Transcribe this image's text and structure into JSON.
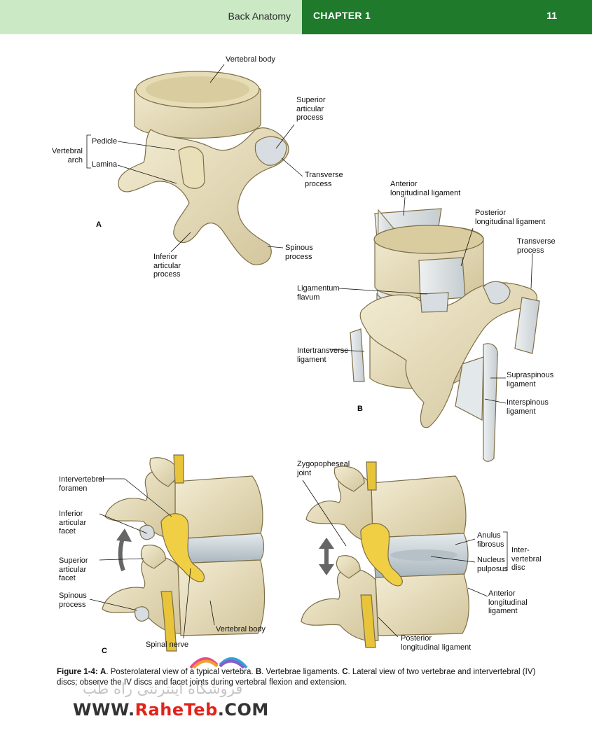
{
  "header": {
    "section": "Back Anatomy",
    "chapter": "CHAPTER 1",
    "page_number": "11"
  },
  "panel_a": {
    "letter": "A",
    "labels": {
      "vertebral_body": "Vertebral body",
      "superior_articular_process": "Superior\narticular\nprocess",
      "pedicle": "Pedicle",
      "vertebral_arch": "Vertebral\narch",
      "lamina": "Lamina",
      "transverse_process": "Transverse\nprocess",
      "inferior_articular_process": "Inferior\narticular\nprocess",
      "spinous_process": "Spinous\nprocess"
    }
  },
  "panel_b": {
    "letter": "B",
    "labels": {
      "anterior_longitudinal_ligament": "Anterior\nlongitudinal ligament",
      "posterior_longitudinal_ligament": "Posterior\nlongitudinal ligament",
      "transverse_process": "Transverse\nprocess",
      "ligamentum_flavum": "Ligamentum\nflavum",
      "intertransverse_ligament": "Intertransverse\nligament",
      "supraspinous_ligament": "Supraspinous\nligament",
      "interspinous_ligament": "Interspinous\nligament"
    }
  },
  "panel_c": {
    "letter": "C",
    "labels": {
      "intervertebral_foramen": "Intervertebral\nforamen",
      "inferior_articular_facet": "Inferior\narticular\nfacet",
      "superior_articular_facet": "Superior\narticular\nfacet",
      "spinous_process": "Spinous\nprocess",
      "vertebral_body": "Vertebral body",
      "spinal_nerve": "Spinal nerve",
      "zygopopheseal_joint": "Zygopopheseal\njoint",
      "anulus_fibrosus": "Anulus\nfibrosus",
      "nucleus_pulposus": "Nucleus\npulposus",
      "intervertebral_disc": "Inter-\nvertebral\ndisc",
      "anterior_longitudinal_ligament": "Anterior\nlongitudinal\nligament",
      "posterior_longitudinal_ligament": "Posterior\nlongitudinal ligament"
    }
  },
  "caption": {
    "label": "Figure 1-4:",
    "part_a_letter": "A",
    "part_a": ". Posterolateral view of a typical vertebra. ",
    "part_b_letter": "B",
    "part_b": ". Vertebrae ligaments. ",
    "part_c_letter": "C",
    "part_c": ". Lateral view of two vertebrae and intervertebral (IV) discs; observe the IV discs and facet joints during vertebral flexion and extension."
  },
  "watermark": {
    "persian": "فروشگاه اینترنتی راه طب",
    "url_prefix": "WWW.",
    "url_brand": "RaheTeb",
    "url_suffix": ".COM"
  },
  "colors": {
    "header_light": "#cce9c6",
    "header_dark": "#1f7a2c",
    "bone": "#ece3c4",
    "bone_shadow": "#c9bd93",
    "disc": "#c9d3d8",
    "nerve": "#e8c43a",
    "ligament": "#d8dde0"
  }
}
